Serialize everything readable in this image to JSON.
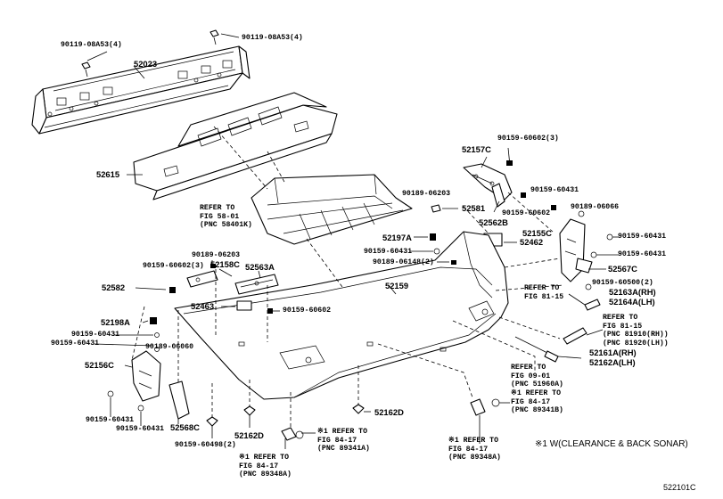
{
  "diagram_code": "522101C",
  "legend": "※1 W(CLEARANCE & BACK SONAR)",
  "parts": [
    {
      "id": "p01",
      "text": "90119-08A53(4)"
    },
    {
      "id": "p02",
      "text": "90119-08A53(4)"
    },
    {
      "id": "p03",
      "text": "52023"
    },
    {
      "id": "p04",
      "text": "52615"
    },
    {
      "id": "p05",
      "text": "90159-60602(3)"
    },
    {
      "id": "p06",
      "text": "52157C"
    },
    {
      "id": "p07",
      "text": "90189-06203"
    },
    {
      "id": "p08",
      "text": "90159-60431"
    },
    {
      "id": "p09",
      "text": "52581"
    },
    {
      "id": "p10",
      "text": "90159-60602"
    },
    {
      "id": "p11",
      "text": "52562B"
    },
    {
      "id": "p12",
      "text": "90189-06066"
    },
    {
      "id": "p13",
      "text": "52155C"
    },
    {
      "id": "p14",
      "text": "52197A"
    },
    {
      "id": "p15",
      "text": "52462"
    },
    {
      "id": "p16",
      "text": "90159-60431"
    },
    {
      "id": "p17",
      "text": "90159-60431"
    },
    {
      "id": "p18",
      "text": "90159-60431"
    },
    {
      "id": "p19",
      "text": "90189-06148(2)"
    },
    {
      "id": "p20",
      "text": "52567C"
    },
    {
      "id": "p21",
      "text": "90189-06203"
    },
    {
      "id": "p22",
      "text": "52158C"
    },
    {
      "id": "p23",
      "text": "52563A"
    },
    {
      "id": "p24",
      "text": "90159-60602(3)"
    },
    {
      "id": "p25",
      "text": "52582"
    },
    {
      "id": "p26",
      "text": "52159"
    },
    {
      "id": "p27",
      "text": "90159-60500(2)"
    },
    {
      "id": "p28",
      "text": "52163A(RH)"
    },
    {
      "id": "p29",
      "text": "52164A(LH)"
    },
    {
      "id": "p30",
      "text": "52463"
    },
    {
      "id": "p31",
      "text": "90159-60602"
    },
    {
      "id": "p32",
      "text": "52198A"
    },
    {
      "id": "p33",
      "text": "90159-60431"
    },
    {
      "id": "p34",
      "text": "90159-60431"
    },
    {
      "id": "p35",
      "text": "90189-06060"
    },
    {
      "id": "p36",
      "text": "52156C"
    },
    {
      "id": "p37",
      "text": "52161A(RH)"
    },
    {
      "id": "p38",
      "text": "52162A(LH)"
    },
    {
      "id": "p39",
      "text": "90159-60431"
    },
    {
      "id": "p40",
      "text": "90159-60431"
    },
    {
      "id": "p41",
      "text": "52568C"
    },
    {
      "id": "p42",
      "text": "52162D"
    },
    {
      "id": "p43",
      "text": "52162D"
    },
    {
      "id": "p44",
      "text": "90159-60498(2)"
    }
  ],
  "refs": [
    {
      "id": "r01",
      "text": "REFER TO\nFIG 58-01\n(PNC 58401K)"
    },
    {
      "id": "r02",
      "text": "REFER TO\nFIG 81-15"
    },
    {
      "id": "r03",
      "text": "REFER TO\nFIG 81-15\n(PNC 81910(RH))\n(PNC 81920(LH))"
    },
    {
      "id": "r04",
      "text": "REFER TO\nFIG 09-01\n(PNC 51960A)"
    },
    {
      "id": "r05",
      "text": "※1 REFER TO\nFIG 84-17\n(PNC 89341B)"
    },
    {
      "id": "r06",
      "text": "※1 REFER TO\nFIG 84-17\n(PNC 89341A)"
    },
    {
      "id": "r07",
      "text": "※1 REFER TO\nFIG 84-17\n(PNC 89348A)"
    },
    {
      "id": "r08",
      "text": "※1 REFER TO\nFIG 84-17\n(PNC 89348A)"
    }
  ]
}
